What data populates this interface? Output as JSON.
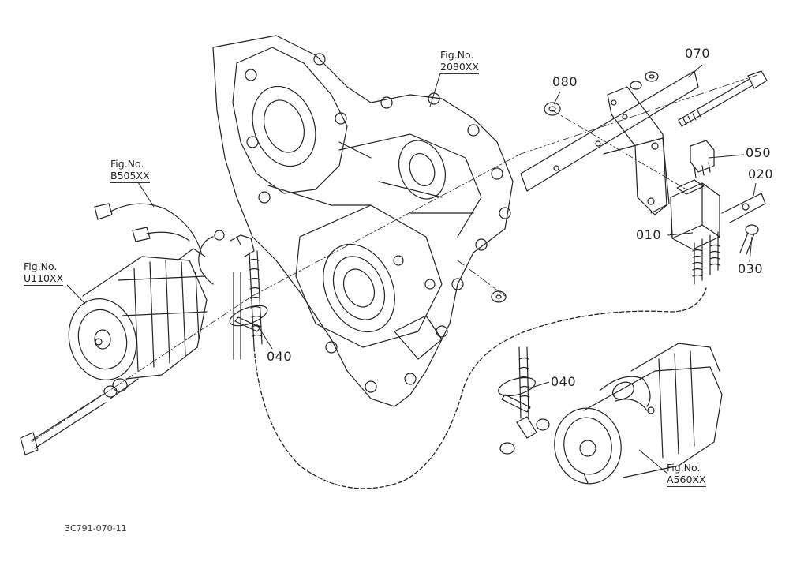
{
  "fig_refs": [
    {
      "id": "fig-2080",
      "line1": "Fig.No.",
      "line2": "2080XX"
    },
    {
      "id": "fig-b505",
      "line1": "Fig.No.",
      "line2": "B505XX"
    },
    {
      "id": "fig-u110",
      "line1": "Fig.No.",
      "line2": "U110XX"
    },
    {
      "id": "fig-a560",
      "line1": "Fig.No.",
      "line2": "A560XX"
    }
  ],
  "part_numbers": {
    "p070": "070",
    "p080": "080",
    "p050": "050",
    "p020": "020",
    "p010": "010",
    "p030": "030",
    "p040_left": "040",
    "p040_right": "040"
  },
  "document_id": "3C791-070-11",
  "colors": {
    "line": "#222222",
    "background": "#ffffff"
  }
}
